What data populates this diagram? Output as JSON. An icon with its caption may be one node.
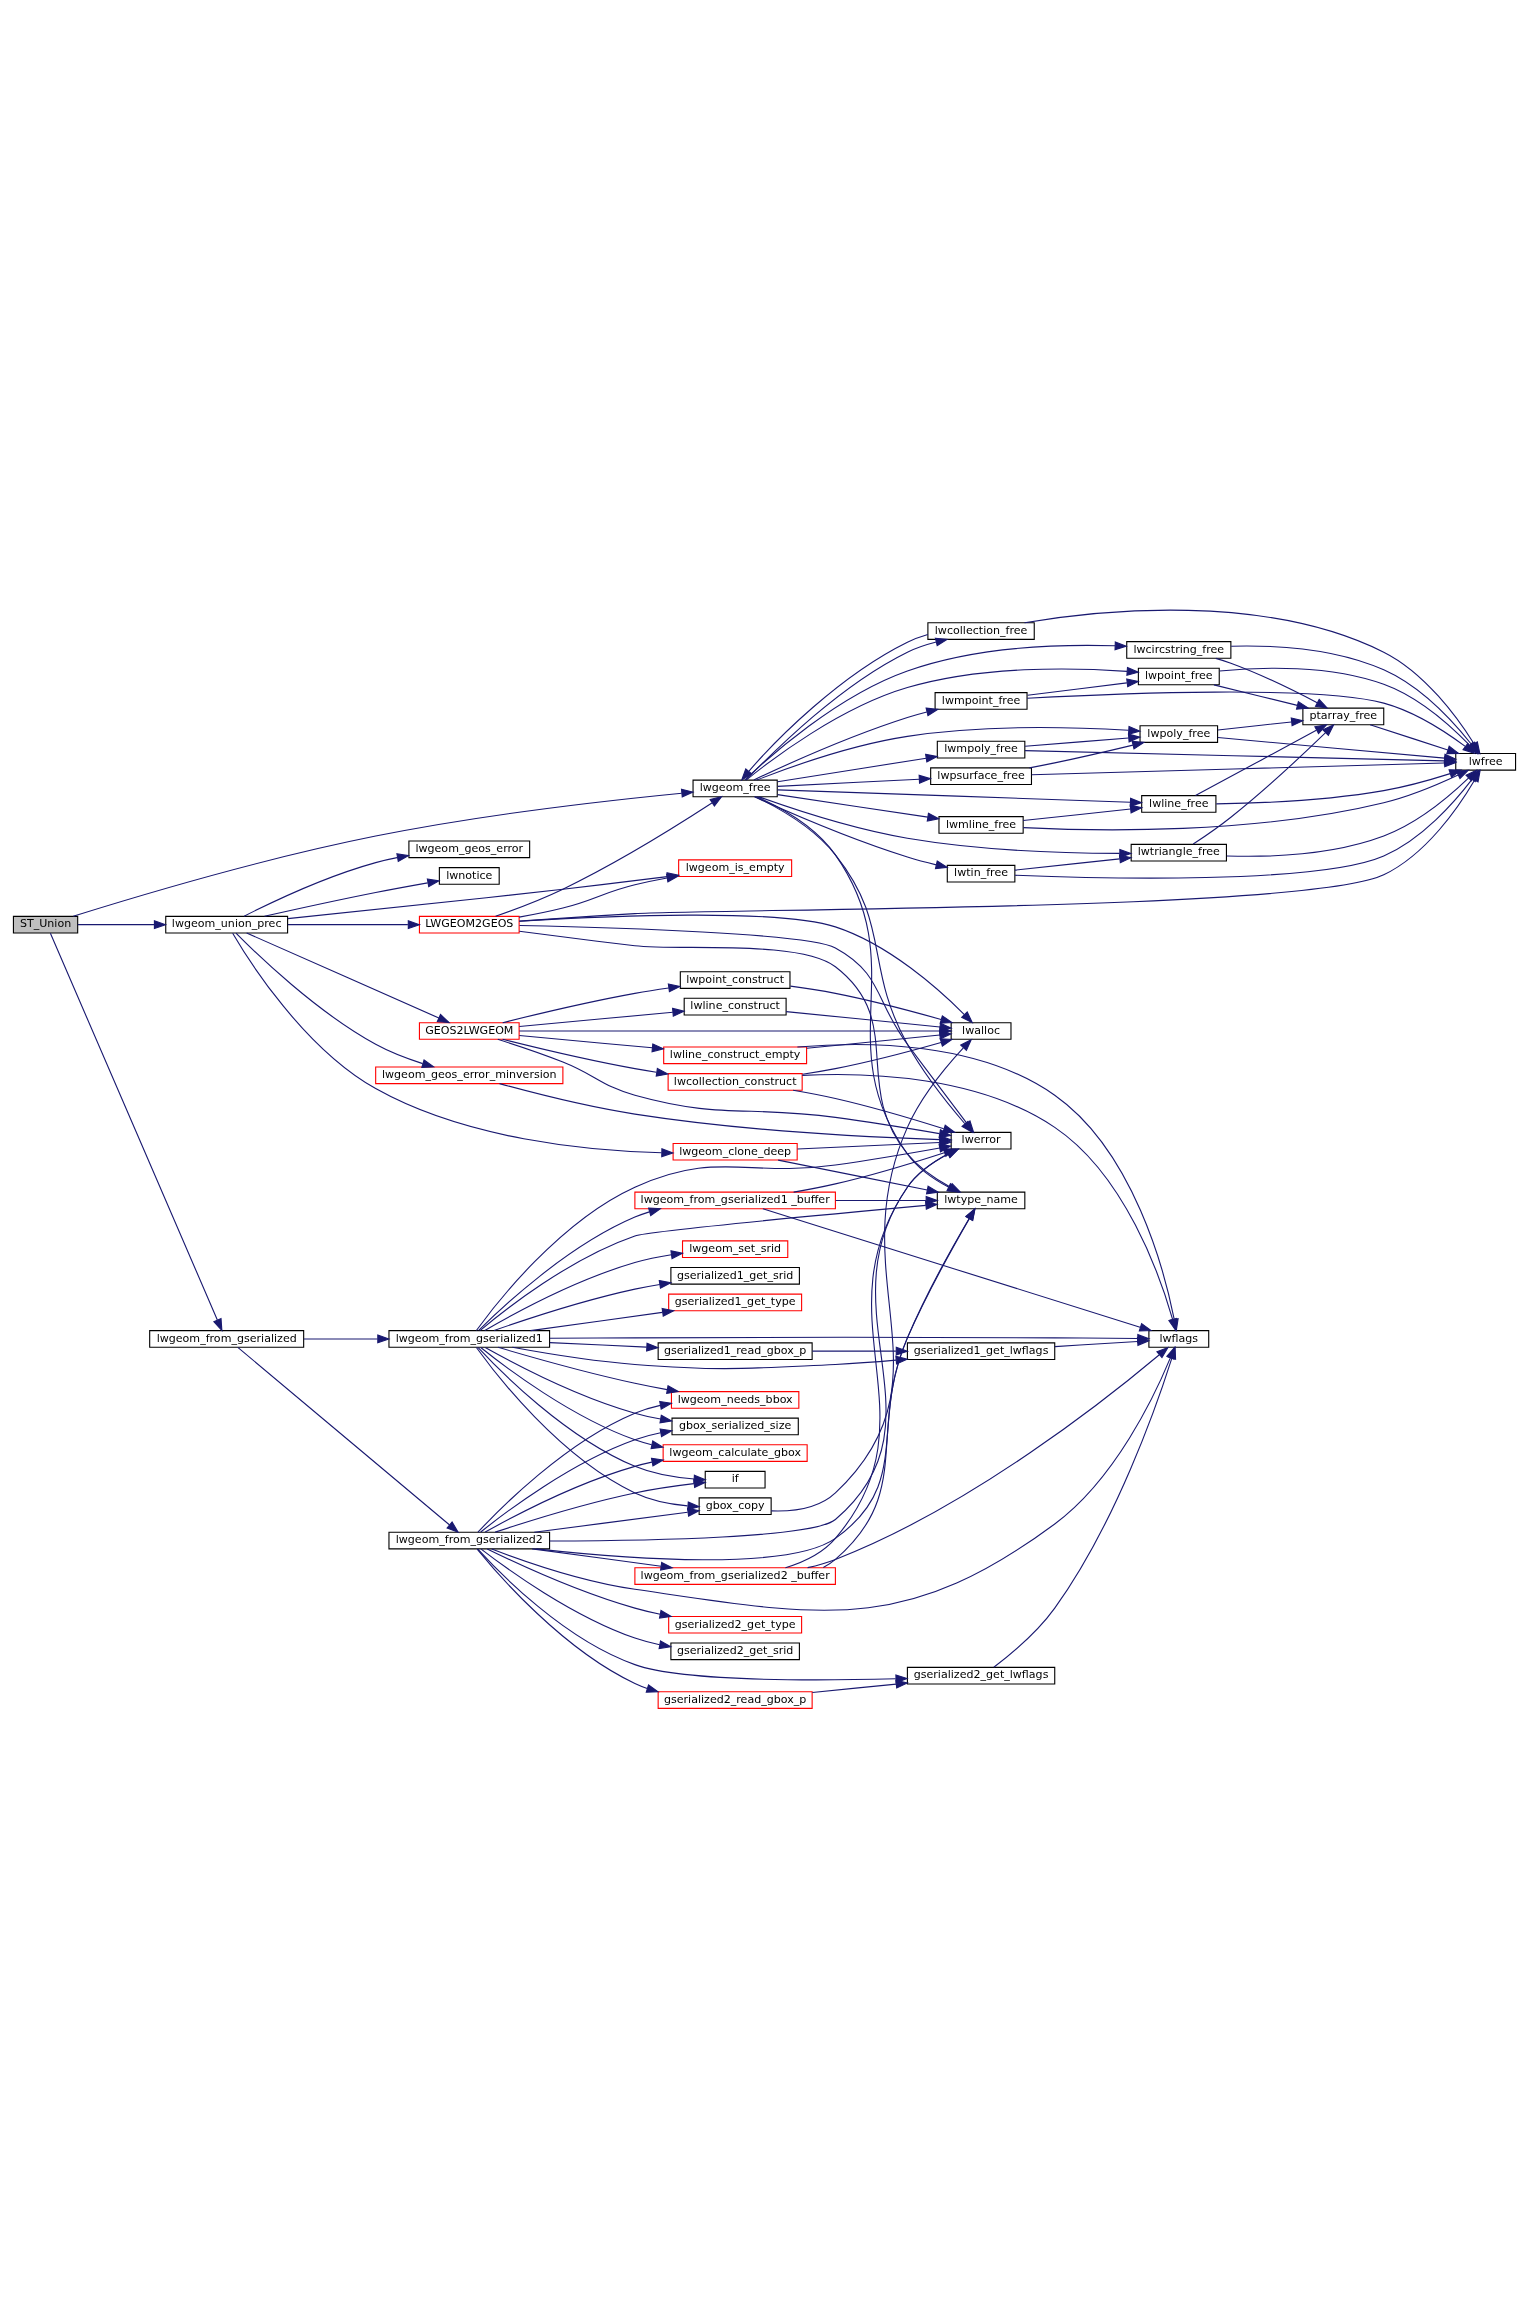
{
  "diagram": {
    "nodes": [
      {
        "text": [
          "ST_Union"
        ]
      },
      {
        "text": [
          "lwgeom_free"
        ]
      },
      {
        "text": [
          "lwcollection_free"
        ]
      },
      {
        "text": [
          "lwcircstring_free"
        ]
      },
      {
        "text": [
          "lwmpoint_free"
        ]
      },
      {
        "text": [
          "lwpoint_free"
        ]
      },
      {
        "text": [
          "lwmpoly_free"
        ]
      },
      {
        "text": [
          "ptarray_free"
        ]
      },
      {
        "text": [
          "lwpoly_free"
        ]
      },
      {
        "text": [
          "lwpsurface_free"
        ]
      },
      {
        "text": [
          "lwfree"
        ]
      },
      {
        "text": [
          "lwline_free"
        ]
      },
      {
        "text": [
          "lwmline_free"
        ]
      },
      {
        "text": [
          "lwtriangle_free"
        ]
      },
      {
        "text": [
          "lwtin_free"
        ]
      },
      {
        "text": [
          "lwgeom_geos_error"
        ]
      },
      {
        "text": [
          "lwnotice"
        ]
      },
      {
        "text": [
          "LWGEOM2GEOS"
        ]
      },
      {
        "text": [
          "lwgeom_union_prec"
        ]
      },
      {
        "text": [
          "lwgeom_is_empty"
        ]
      },
      {
        "text": [
          "lwpoint_construct"
        ]
      },
      {
        "text": [
          "GEOS2LWGEOM"
        ]
      },
      {
        "text": [
          "lwline_construct"
        ]
      },
      {
        "text": [
          "lwalloc"
        ]
      },
      {
        "text": [
          "lwline_construct_empty"
        ]
      },
      {
        "text": [
          "lwgeom_geos_error_minversion"
        ]
      },
      {
        "text": [
          "lwcollection_construct"
        ]
      },
      {
        "text": [
          "lwerror"
        ]
      },
      {
        "text": [
          "lwgeom_clone_deep"
        ]
      },
      {
        "text": [
          "lwgeom_from_gserialized1 _buffer"
        ]
      },
      {
        "text": [
          "lwtype_name"
        ]
      },
      {
        "text": [
          "lwgeom_set_srid"
        ]
      },
      {
        "text": [
          "gserialized1_get_srid"
        ]
      },
      {
        "text": [
          "gserialized1_get_type"
        ]
      },
      {
        "text": [
          "lwgeom_from_gserialized"
        ]
      },
      {
        "text": [
          "lwgeom_from_gserialized1"
        ]
      },
      {
        "text": [
          "lwflags"
        ]
      },
      {
        "text": [
          "gserialized1_read_gbox_p"
        ]
      },
      {
        "text": [
          "gserialized1_get_lwflags"
        ]
      },
      {
        "text": [
          "lwgeom_needs_bbox"
        ]
      },
      {
        "text": [
          "gbox_serialized_size"
        ]
      },
      {
        "text": [
          "lwgeom_calculate_gbox"
        ]
      },
      {
        "text": [
          "if"
        ]
      },
      {
        "text": [
          "gbox_copy"
        ]
      },
      {
        "text": [
          "lwgeom_from_gserialized2"
        ]
      },
      {
        "text": [
          "lwgeom_from_gserialized2 _buffer"
        ]
      },
      {
        "text": [
          "gserialized2_get_type"
        ]
      },
      {
        "text": [
          "gserialized2_get_srid"
        ]
      },
      {
        "text": [
          "gserialized2_get_lwflags"
        ]
      },
      {
        "text": [
          "gserialized2_read_gbox_p"
        ]
      }
    ],
    "edges": [
      {
        "from": 0,
        "to": 1,
        "arrow": "to"
      },
      {
        "from": 0,
        "to": 18,
        "arrow": "to"
      },
      {
        "from": 0,
        "to": 34,
        "arrow": "to"
      },
      {
        "from": 1,
        "to": 2,
        "arrow": "to"
      },
      {
        "from": 1,
        "to": 3,
        "arrow": "to"
      },
      {
        "from": 1,
        "to": 4,
        "arrow": "to"
      },
      {
        "from": 1,
        "to": 5,
        "arrow": "to"
      },
      {
        "from": 1,
        "to": 6,
        "arrow": "to"
      },
      {
        "from": 1,
        "to": 8,
        "arrow": "to"
      },
      {
        "from": 1,
        "to": 9,
        "arrow": "to"
      },
      {
        "from": 1,
        "to": 11,
        "arrow": "to"
      },
      {
        "from": 1,
        "to": 12,
        "arrow": "to"
      },
      {
        "from": 1,
        "to": 13,
        "arrow": "to"
      },
      {
        "from": 1,
        "to": 14,
        "arrow": "to"
      },
      {
        "from": 1,
        "to": 27,
        "arrow": "to"
      },
      {
        "from": 1,
        "to": 30,
        "arrow": "to"
      },
      {
        "from": 2,
        "to": 1,
        "arrow": "to"
      },
      {
        "from": 2,
        "to": 10,
        "arrow": "to"
      },
      {
        "from": 3,
        "to": 7,
        "arrow": "to"
      },
      {
        "from": 3,
        "to": 10,
        "arrow": "to"
      },
      {
        "from": 4,
        "to": 5,
        "arrow": "to"
      },
      {
        "from": 4,
        "to": 10,
        "arrow": "to"
      },
      {
        "from": 5,
        "to": 7,
        "arrow": "to"
      },
      {
        "from": 5,
        "to": 10,
        "arrow": "to"
      },
      {
        "from": 6,
        "to": 8,
        "arrow": "to"
      },
      {
        "from": 6,
        "to": 10,
        "arrow": "to"
      },
      {
        "from": 7,
        "to": 10,
        "arrow": "to"
      },
      {
        "from": 8,
        "to": 7,
        "arrow": "to"
      },
      {
        "from": 8,
        "to": 10,
        "arrow": "to"
      },
      {
        "from": 9,
        "to": 8,
        "arrow": "to"
      },
      {
        "from": 9,
        "to": 10,
        "arrow": "to"
      },
      {
        "from": 11,
        "to": 7,
        "arrow": "to"
      },
      {
        "from": 11,
        "to": 10,
        "arrow": "to"
      },
      {
        "from": 12,
        "to": 11,
        "arrow": "to"
      },
      {
        "from": 12,
        "to": 10,
        "arrow": "to"
      },
      {
        "from": 13,
        "to": 7,
        "arrow": "to"
      },
      {
        "from": 13,
        "to": 10,
        "arrow": "to"
      },
      {
        "from": 14,
        "to": 13,
        "arrow": "to"
      },
      {
        "from": 14,
        "to": 10,
        "arrow": "to"
      },
      {
        "from": 18,
        "to": 15,
        "arrow": "to"
      },
      {
        "from": 18,
        "to": 16,
        "arrow": "to"
      },
      {
        "from": 18,
        "to": 17,
        "arrow": "to"
      },
      {
        "from": 18,
        "to": 19,
        "arrow": "to"
      },
      {
        "from": 18,
        "to": 21,
        "arrow": "to"
      },
      {
        "from": 18,
        "to": 25,
        "arrow": "to"
      },
      {
        "from": 18,
        "to": 28,
        "arrow": "to"
      },
      {
        "from": 17,
        "to": 1,
        "arrow": "to"
      },
      {
        "from": 17,
        "to": 10,
        "arrow": "to"
      },
      {
        "from": 17,
        "to": 23,
        "arrow": "to"
      },
      {
        "from": 17,
        "to": 27,
        "arrow": "to"
      },
      {
        "from": 17,
        "to": 30,
        "arrow": "to"
      },
      {
        "from": 17,
        "to": 19,
        "arrow": "to"
      },
      {
        "from": 21,
        "to": 20,
        "arrow": "to"
      },
      {
        "from": 21,
        "to": 23,
        "arrow": "to"
      },
      {
        "from": 21,
        "to": 22,
        "arrow": "to"
      },
      {
        "from": 21,
        "to": 24,
        "arrow": "to"
      },
      {
        "from": 21,
        "to": 26,
        "arrow": "to"
      },
      {
        "from": 21,
        "to": 27,
        "arrow": "to"
      },
      {
        "from": 20,
        "to": 23,
        "arrow": "to"
      },
      {
        "from": 22,
        "to": 23,
        "arrow": "to"
      },
      {
        "from": 24,
        "to": 23,
        "arrow": "to"
      },
      {
        "from": 24,
        "to": 36,
        "arrow": "to"
      },
      {
        "from": 26,
        "to": 23,
        "arrow": "to"
      },
      {
        "from": 26,
        "to": 27,
        "arrow": "to"
      },
      {
        "from": 26,
        "to": 36,
        "arrow": "to"
      },
      {
        "from": 25,
        "to": 27,
        "arrow": "to"
      },
      {
        "from": 28,
        "to": 27,
        "arrow": "to"
      },
      {
        "from": 28,
        "to": 30,
        "arrow": "to"
      },
      {
        "from": 34,
        "to": 35,
        "arrow": "to"
      },
      {
        "from": 34,
        "to": 44,
        "arrow": "to"
      },
      {
        "from": 35,
        "to": 27,
        "arrow": "to"
      },
      {
        "from": 35,
        "to": 29,
        "arrow": "to"
      },
      {
        "from": 35,
        "to": 31,
        "arrow": "to"
      },
      {
        "from": 35,
        "to": 32,
        "arrow": "to"
      },
      {
        "from": 35,
        "to": 33,
        "arrow": "to"
      },
      {
        "from": 35,
        "to": 30,
        "arrow": "to"
      },
      {
        "from": 35,
        "to": 36,
        "arrow": "to"
      },
      {
        "from": 35,
        "to": 37,
        "arrow": "to"
      },
      {
        "from": 35,
        "to": 38,
        "arrow": "to"
      },
      {
        "from": 35,
        "to": 39,
        "arrow": "to"
      },
      {
        "from": 35,
        "to": 40,
        "arrow": "to"
      },
      {
        "from": 35,
        "to": 41,
        "arrow": "to"
      },
      {
        "from": 35,
        "to": 42,
        "arrow": "to"
      },
      {
        "from": 35,
        "to": 43,
        "arrow": "to"
      },
      {
        "from": 29,
        "to": 27,
        "arrow": "to"
      },
      {
        "from": 29,
        "to": 36,
        "arrow": "to"
      },
      {
        "from": 29,
        "to": 30,
        "arrow": "to"
      },
      {
        "from": 37,
        "to": 38,
        "arrow": "to"
      },
      {
        "from": 38,
        "to": 36,
        "arrow": "to"
      },
      {
        "from": 43,
        "to": 23,
        "arrow": "to"
      },
      {
        "from": 44,
        "to": 39,
        "arrow": "to"
      },
      {
        "from": 44,
        "to": 40,
        "arrow": "to"
      },
      {
        "from": 44,
        "to": 41,
        "arrow": "to"
      },
      {
        "from": 44,
        "to": 42,
        "arrow": "to"
      },
      {
        "from": 44,
        "to": 43,
        "arrow": "to"
      },
      {
        "from": 44,
        "to": 27,
        "arrow": "to"
      },
      {
        "from": 44,
        "to": 45,
        "arrow": "to"
      },
      {
        "from": 44,
        "to": 30,
        "arrow": "to"
      },
      {
        "from": 44,
        "to": 36,
        "arrow": "to"
      },
      {
        "from": 44,
        "to": 46,
        "arrow": "to"
      },
      {
        "from": 44,
        "to": 47,
        "arrow": "to"
      },
      {
        "from": 44,
        "to": 48,
        "arrow": "to"
      },
      {
        "from": 44,
        "to": 49,
        "arrow": "to"
      },
      {
        "from": 45,
        "to": 36,
        "arrow": "to"
      },
      {
        "from": 45,
        "to": 27,
        "arrow": "to"
      },
      {
        "from": 45,
        "to": 30,
        "arrow": "to"
      },
      {
        "from": 49,
        "to": 48,
        "arrow": "to"
      },
      {
        "from": 48,
        "to": 36,
        "arrow": "to"
      }
    ]
  }
}
